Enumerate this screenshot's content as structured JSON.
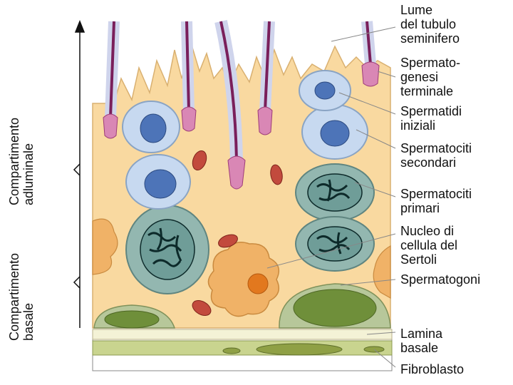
{
  "labels": {
    "lume": "Lume\ndel tubulo\nseminifero",
    "spermatogenesi": "Spermato-\ngenesi\nterminale",
    "spermatidi": "Spermatidi\niniziali",
    "spermatociti_secondari": "Spermatociti\nsecondari",
    "spermatociti_primari": "Spermatociti\nprimari",
    "nucleo_sertoli": "Nucleo di\ncellula del\nSertoli",
    "spermatogoni": "Spermatogoni",
    "lamina_basale": "Lamina\nbasale",
    "fibroblasto": "Fibroblasto"
  },
  "compartments": {
    "adluminale": "Compartimento\nadluminale",
    "basale": "Compartimento\nbasale"
  },
  "colors": {
    "sertoli": "#f9d9a0",
    "sertoli_edge": "#d9b070",
    "spermatid": "#c7d9f0",
    "spermatid_nucleus": "#4d74b8",
    "primary": "#93b7b0",
    "chromatin": "#0d2a2a",
    "spermatogonium": "#b7c79a",
    "spermatogonium_nucleus": "#6f8f3a",
    "sperm_tail": "#7a1f5b",
    "sperm_head": "#d987b5",
    "lamina": "#f4f2d6",
    "fibroblast": "#b7c77d",
    "mito": "#c24a3d",
    "sertoli_nucleus": "#f0b267"
  }
}
